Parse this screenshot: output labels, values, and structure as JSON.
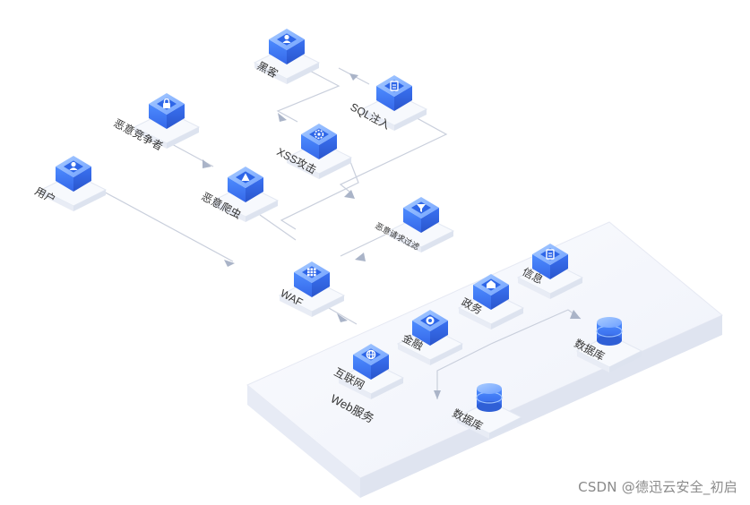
{
  "diagram": {
    "nodes": {
      "hacker": {
        "label": "黑客",
        "icon": "user-icon",
        "kind": "cube"
      },
      "malicious_competitor": {
        "label": "恶意竞争者",
        "icon": "lock-icon",
        "kind": "cube"
      },
      "user": {
        "label": "用户",
        "icon": "user-icon",
        "kind": "cube"
      },
      "sql_injection": {
        "label": "SQL注入",
        "icon": "document-icon",
        "kind": "cube"
      },
      "xss_attack": {
        "label": "XSS攻击",
        "icon": "gear-icon",
        "kind": "cube"
      },
      "malicious_crawler": {
        "label": "恶意爬虫",
        "icon": "bug-icon",
        "kind": "cube"
      },
      "malicious_request_filter": {
        "label": "恶意请求过滤",
        "icon": "filter-icon",
        "kind": "cube"
      },
      "waf": {
        "label": "WAF",
        "icon": "firewall-icon",
        "kind": "cube"
      },
      "info": {
        "label": "信息",
        "icon": "document-icon",
        "kind": "cube"
      },
      "gov": {
        "label": "政务",
        "icon": "building-icon",
        "kind": "cube"
      },
      "finance": {
        "label": "金融",
        "icon": "coin-icon",
        "kind": "cube"
      },
      "internet": {
        "label": "互联网",
        "icon": "globe-icon",
        "kind": "cube"
      },
      "database_right": {
        "label": "数据库",
        "icon": "database-icon",
        "kind": "cylinder"
      },
      "database_bottom": {
        "label": "数据库",
        "icon": "database-icon",
        "kind": "cylinder"
      }
    },
    "platform_label": "Web服务"
  },
  "watermark": "CSDN @德迅云安全_初启",
  "colors": {
    "cube_top": "#7fb0ff",
    "cube_left": "#3f7bf0",
    "cube_right": "#2f5fd6",
    "icon_face": "#2b63e6",
    "slab_top": "#f6f8fc",
    "slab_side": "#e3e8f2",
    "platform": "#f2f4fb",
    "line": "#c9cfdc",
    "arrow": "#aab4c8",
    "label": "#333333"
  }
}
